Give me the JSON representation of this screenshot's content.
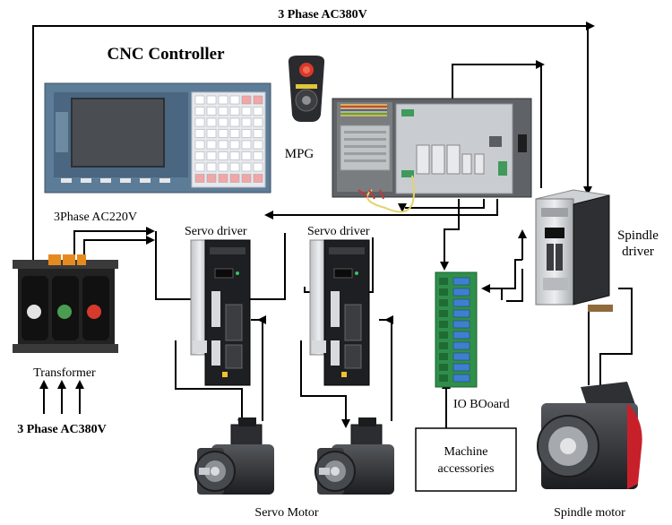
{
  "labels": {
    "top_power": "3 Phase AC380V",
    "controller": "CNC Controller",
    "mpg": "MPG",
    "ac220": "3Phase AC220V",
    "servo_driver_1": "Servo driver",
    "servo_driver_2": "Servo driver",
    "spindle_driver_line1": "Spindle",
    "spindle_driver_line2": "driver",
    "transformer": "Transformer",
    "bottom_power": "3 Phase AC380V",
    "io_board": "IO BOoard",
    "accessories_line1": "Machine",
    "accessories_line2": "accessories",
    "servo_motor": "Servo Motor",
    "spindle_motor": "Spindle motor"
  },
  "colors": {
    "panel_blue": "#5d7c97",
    "screen": "#4a4e52",
    "keypad": "#e6e8ec",
    "drive_black": "#1e1f22",
    "drive_silver": "#d6d8da",
    "motor_dark": "#2b2d30",
    "spindle_red": "#c8202a",
    "pcb_green": "#2f8f4a",
    "transformer_black": "#222222",
    "terminal_orange": "#e58a1f"
  }
}
